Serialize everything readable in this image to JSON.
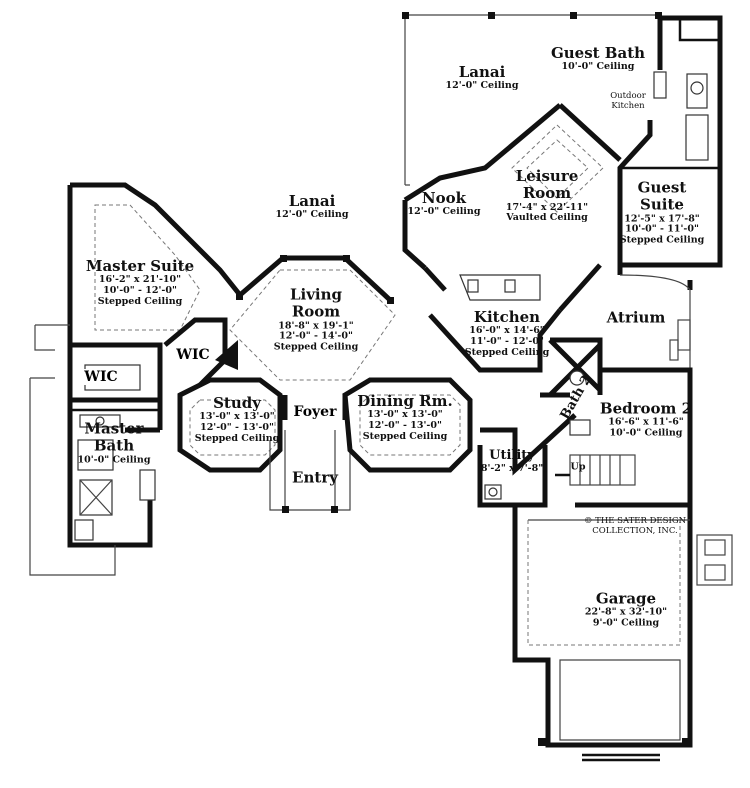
{
  "rooms": {
    "lanai_top": {
      "name": "Lanai",
      "ceiling": "12'-0\" Ceiling"
    },
    "guest_bath": {
      "name": "Guest Bath",
      "ceiling": "10'-0\" Ceiling"
    },
    "outdoor_kitchen": {
      "line1": "Outdoor",
      "line2": "Kitchen"
    },
    "leisure_room": {
      "line1": "Leisure",
      "line2": "Room",
      "dims": "17'-4\" x 22'-11\"",
      "ceiling": "Vaulted Ceiling"
    },
    "nook": {
      "name": "Nook",
      "ceiling": "12'-0\" Ceiling"
    },
    "guest_suite": {
      "line1": "Guest",
      "line2": "Suite",
      "dims": "12'-5\" x 17'-8\"",
      "ceiling_range": "10'-0\" - 11'-0\"",
      "ceiling_type": "Stepped Ceiling"
    },
    "lanai_left": {
      "name": "Lanai",
      "ceiling": "12'-0\" Ceiling"
    },
    "master_suite": {
      "name": "Master Suite",
      "dims": "16'-2\" x 21'-10\"",
      "ceiling_range": "10'-0\" - 12'-0\"",
      "ceiling_type": "Stepped Ceiling"
    },
    "living_room": {
      "line1": "Living",
      "line2": "Room",
      "dims": "18'-8\" x 19'-1\"",
      "ceiling_range": "12'-0\" - 14'-0\"",
      "ceiling_type": "Stepped Ceiling"
    },
    "kitchen": {
      "name": "Kitchen",
      "dims": "16'-0\" x 14'-6\"",
      "ceiling_range": "11'-0\" - 12'-0\"",
      "ceiling_type": "Stepped Ceiling"
    },
    "atrium": {
      "name": "Atrium"
    },
    "wic_closet": {
      "name": "WIC"
    },
    "wic_bath": {
      "name": "WIC"
    },
    "master_bath": {
      "line1": "Master",
      "line2": "Bath",
      "ceiling": "10'-0\" Ceiling"
    },
    "study": {
      "name": "Study",
      "dims": "13'-0\" x 13'-0\"",
      "ceiling_range": "12'-0\" - 13'-0\"",
      "ceiling_type": "Stepped Ceiling"
    },
    "foyer": {
      "name": "Foyer"
    },
    "dining": {
      "name": "Dining Rm.",
      "dims": "13'-0\" x 13'-0\"",
      "ceiling_range": "12'-0\" - 13'-0\"",
      "ceiling_type": "Stepped Ceiling"
    },
    "entry": {
      "name": "Entry"
    },
    "bath2": {
      "name": "Bath 2"
    },
    "bedroom2": {
      "name": "Bedroom 2",
      "dims": "16'-6\" x 11'-6\"",
      "ceiling": "10'-0\" Ceiling"
    },
    "utility": {
      "name": "Utility",
      "dims": "8'-2\" x 7'-8\""
    },
    "up": {
      "name": "Up"
    },
    "garage": {
      "name": "Garage",
      "dims": "22'-8\" x 32'-10\"",
      "ceiling": "9'-0\" Ceiling"
    }
  },
  "copyright": {
    "line1": "© THE SATER DESIGN",
    "line2": "COLLECTION, INC."
  }
}
